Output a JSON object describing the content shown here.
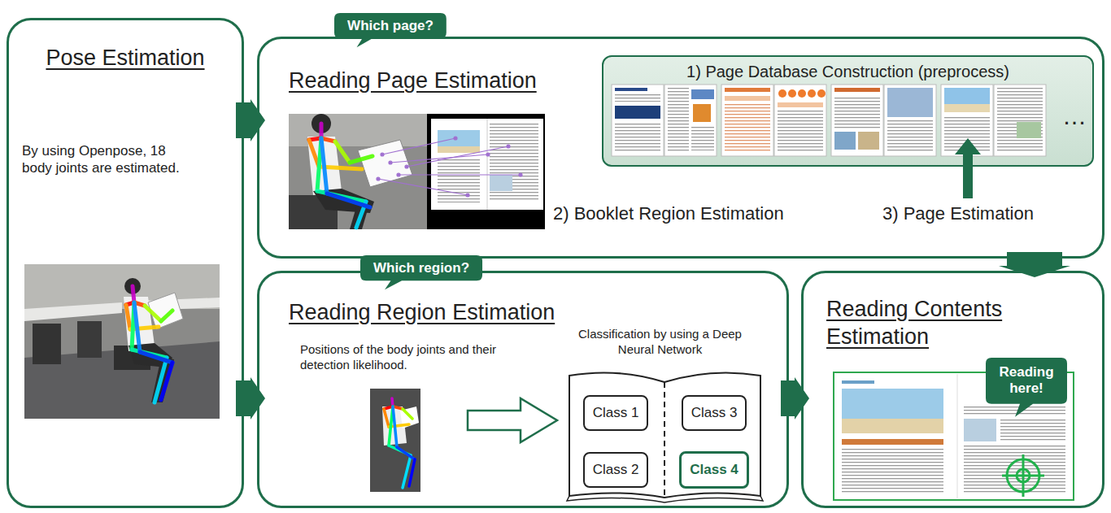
{
  "diagram": {
    "nodes": [
      {
        "text": [
          "Pose Estimation",
          "By using Openpose, 18 body joints are estimated."
        ]
      },
      {
        "text": [
          "Reading Page Estimation"
        ]
      },
      {
        "text": [
          "Which page?"
        ]
      },
      {
        "text": [
          "1) Page Database Construction (preprocess)"
        ],
        "in": 1
      },
      {
        "text": [
          "Reading Region Estimation",
          "Positions of the body joints and their detection likelihood.",
          "Classification by using a Deep Neural Network"
        ]
      },
      {
        "text": [
          "Which region?"
        ]
      },
      {
        "text": [
          "Class 1"
        ],
        "in": 4
      },
      {
        "text": [
          "Class 3"
        ],
        "in": 4
      },
      {
        "text": [
          "Class 2"
        ],
        "in": 4
      },
      {
        "text": [
          "Class 4"
        ],
        "in": 4
      },
      {
        "text": [
          "Reading Contents Estimation"
        ]
      },
      {
        "text": [
          "Reading here!"
        ],
        "in": 10
      }
    ],
    "edges": [
      {
        "from": 0,
        "to": 1,
        "arrow": "to"
      },
      {
        "from": 0,
        "to": 4,
        "arrow": "to"
      },
      {
        "from": 1,
        "to": 10,
        "arrow": "to"
      },
      {
        "from": 4,
        "to": 10,
        "arrow": "to"
      }
    ],
    "labels": [
      "2) Booklet Region Estimation",
      "3) Page Estimation",
      "…"
    ]
  }
}
